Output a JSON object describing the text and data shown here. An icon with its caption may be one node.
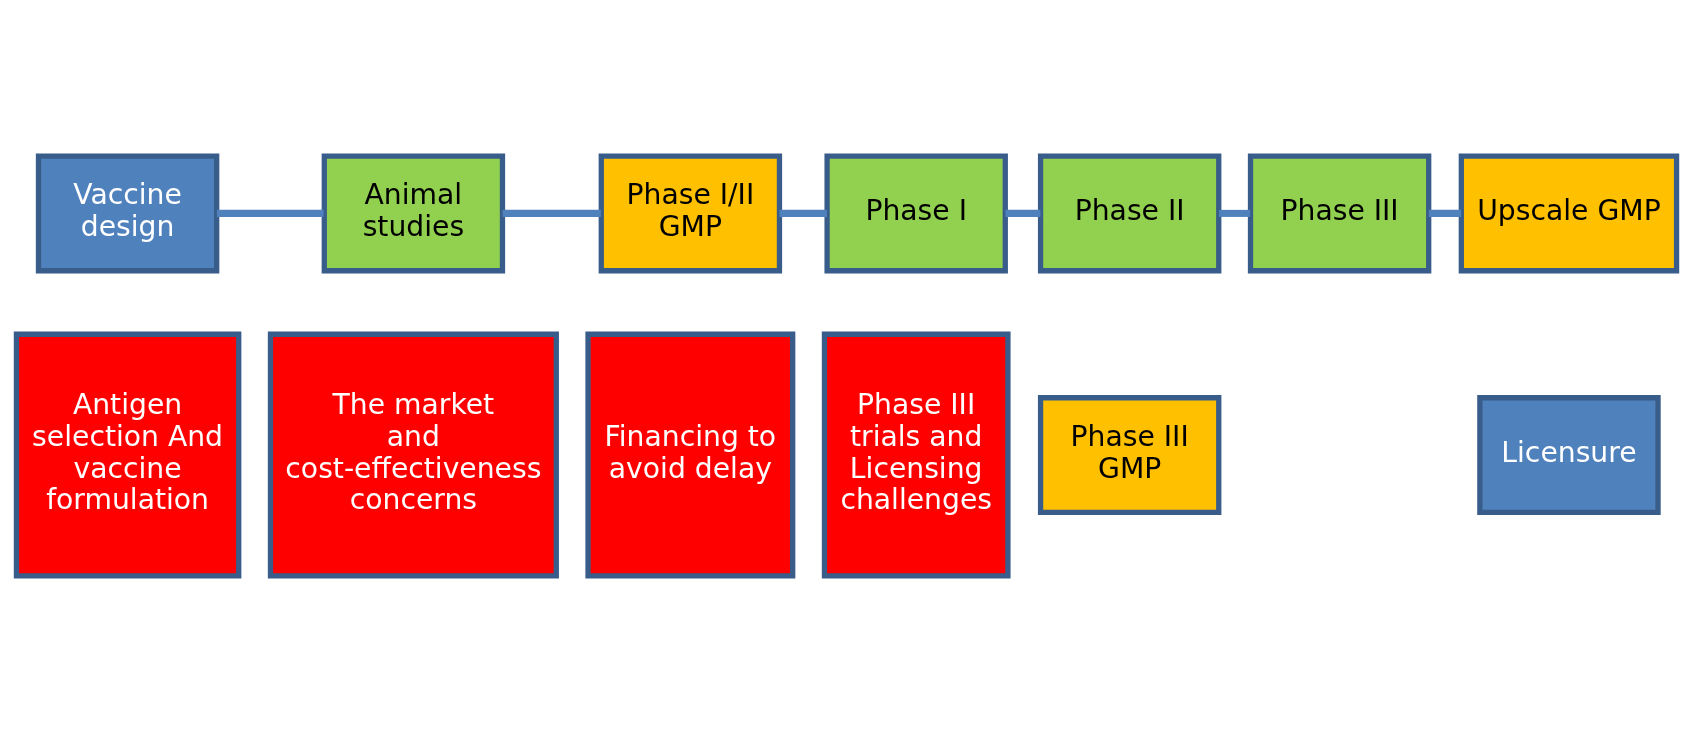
{
  "diagram": {
    "nodes": [
      {
        "text": [
          "Vaccine design"
        ]
      },
      {
        "text": [
          "Animal studies"
        ]
      },
      {
        "text": [
          "Phase I/II GMP"
        ]
      },
      {
        "text": [
          "Phase I"
        ]
      },
      {
        "text": [
          "Phase II"
        ]
      },
      {
        "text": [
          "Phase III"
        ]
      },
      {
        "text": [
          "Upscale GMP"
        ]
      },
      {
        "text": [
          "Phase III GMP"
        ]
      },
      {
        "text": [
          "Licensure"
        ]
      },
      {
        "text": [
          "Antigen selection And vaccine formulation"
        ]
      },
      {
        "text": [
          "The market and cost-effectiveness concerns"
        ]
      },
      {
        "text": [
          "Financing to avoid delay"
        ]
      },
      {
        "text": [
          "Phase III trials and Licensing challenges"
        ]
      }
    ],
    "edges": [
      {
        "from": 0,
        "to": 1,
        "arrow": "none"
      },
      {
        "from": 1,
        "to": 2,
        "arrow": "none"
      },
      {
        "from": 2,
        "to": 3,
        "arrow": "none"
      },
      {
        "from": 3,
        "to": 4,
        "arrow": "none"
      },
      {
        "from": 4,
        "to": 5,
        "arrow": "none"
      },
      {
        "from": 5,
        "to": 6,
        "arrow": "none"
      }
    ]
  }
}
